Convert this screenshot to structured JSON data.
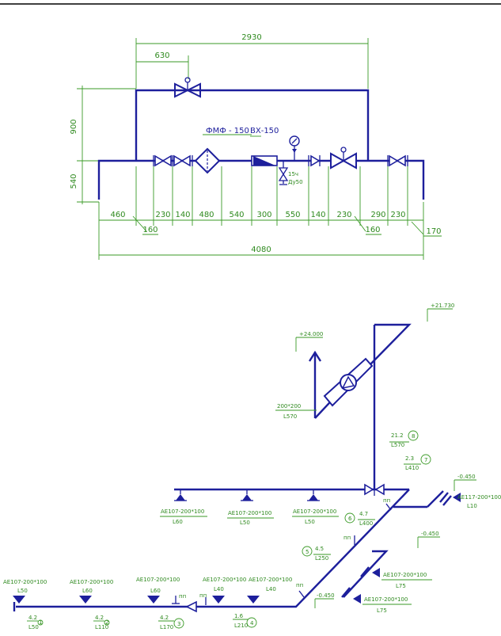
{
  "top_diagram": {
    "dims": {
      "overall_top": "2930",
      "bypass_offset": "630",
      "height_upper": "900",
      "height_lower": "540",
      "segments": [
        "460",
        "230",
        "140",
        "480",
        "540",
        "300",
        "550",
        "140",
        "230",
        "290",
        "230"
      ],
      "small_left": "160",
      "small_right": "160",
      "small_end": "170",
      "overall_bottom": "4080"
    },
    "labels": {
      "filter": "ФМФ - 150",
      "flow_meter": "ВХ-150",
      "tap_1": "15ч",
      "tap_2": "Ду50"
    }
  },
  "iso_diagram": {
    "elevations": {
      "top_right": "+21.730",
      "top_left": "+24.000",
      "right_1": "-0.450",
      "right_2": "-0.450",
      "bottom_mid": "-0.450"
    },
    "duct_size": "200*200",
    "duct_len": "L570",
    "segment_tags": [
      {
        "top": "21.2",
        "bot": "L570",
        "num": "8"
      },
      {
        "top": "2.3",
        "bot": "L410",
        "num": "7"
      },
      {
        "top": "4.7",
        "bot": "L400",
        "num": "6"
      },
      {
        "top": "4.5",
        "bot": "L250",
        "num": "5"
      },
      {
        "top": "1.6",
        "bot": "L210",
        "num": "4"
      },
      {
        "top": "4.2",
        "bot": "L170",
        "num": "3"
      },
      {
        "top": "4.2",
        "bot": "L110",
        "num": "2"
      },
      {
        "top": "4.2",
        "bot": "L50",
        "num": "1"
      }
    ],
    "diffusers_upper": [
      {
        "type": "АЕ107-200*100",
        "len": "L60"
      },
      {
        "type": "АЕ107-200*100",
        "len": "L50"
      },
      {
        "type": "АЕ107-200*100",
        "len": "L50"
      }
    ],
    "diffuser_right": {
      "type": "АЕ117-200*100",
      "len": "L10"
    },
    "diffusers_right_lower": [
      {
        "type": "АЕ107-200*100",
        "len": "L75"
      },
      {
        "type": "АЕ107-200*100",
        "len": "L75"
      }
    ],
    "diffusers_bottom": [
      {
        "type": "АЕ107-200*100",
        "len": "L50"
      },
      {
        "type": "АЕ107-200*100",
        "len": "L60"
      },
      {
        "type": "АЕ107-200*100",
        "len": "L60"
      },
      {
        "type": "АЕ107-200*100",
        "len": "L40"
      },
      {
        "type": "АЕ107-200*100",
        "len": "L40"
      }
    ],
    "pp_marks": [
      "пп",
      "пп",
      "пп",
      "пп",
      "пп"
    ]
  },
  "colors": {
    "pipe": "#1d1f9c",
    "dimension": "#2f8a1f"
  }
}
